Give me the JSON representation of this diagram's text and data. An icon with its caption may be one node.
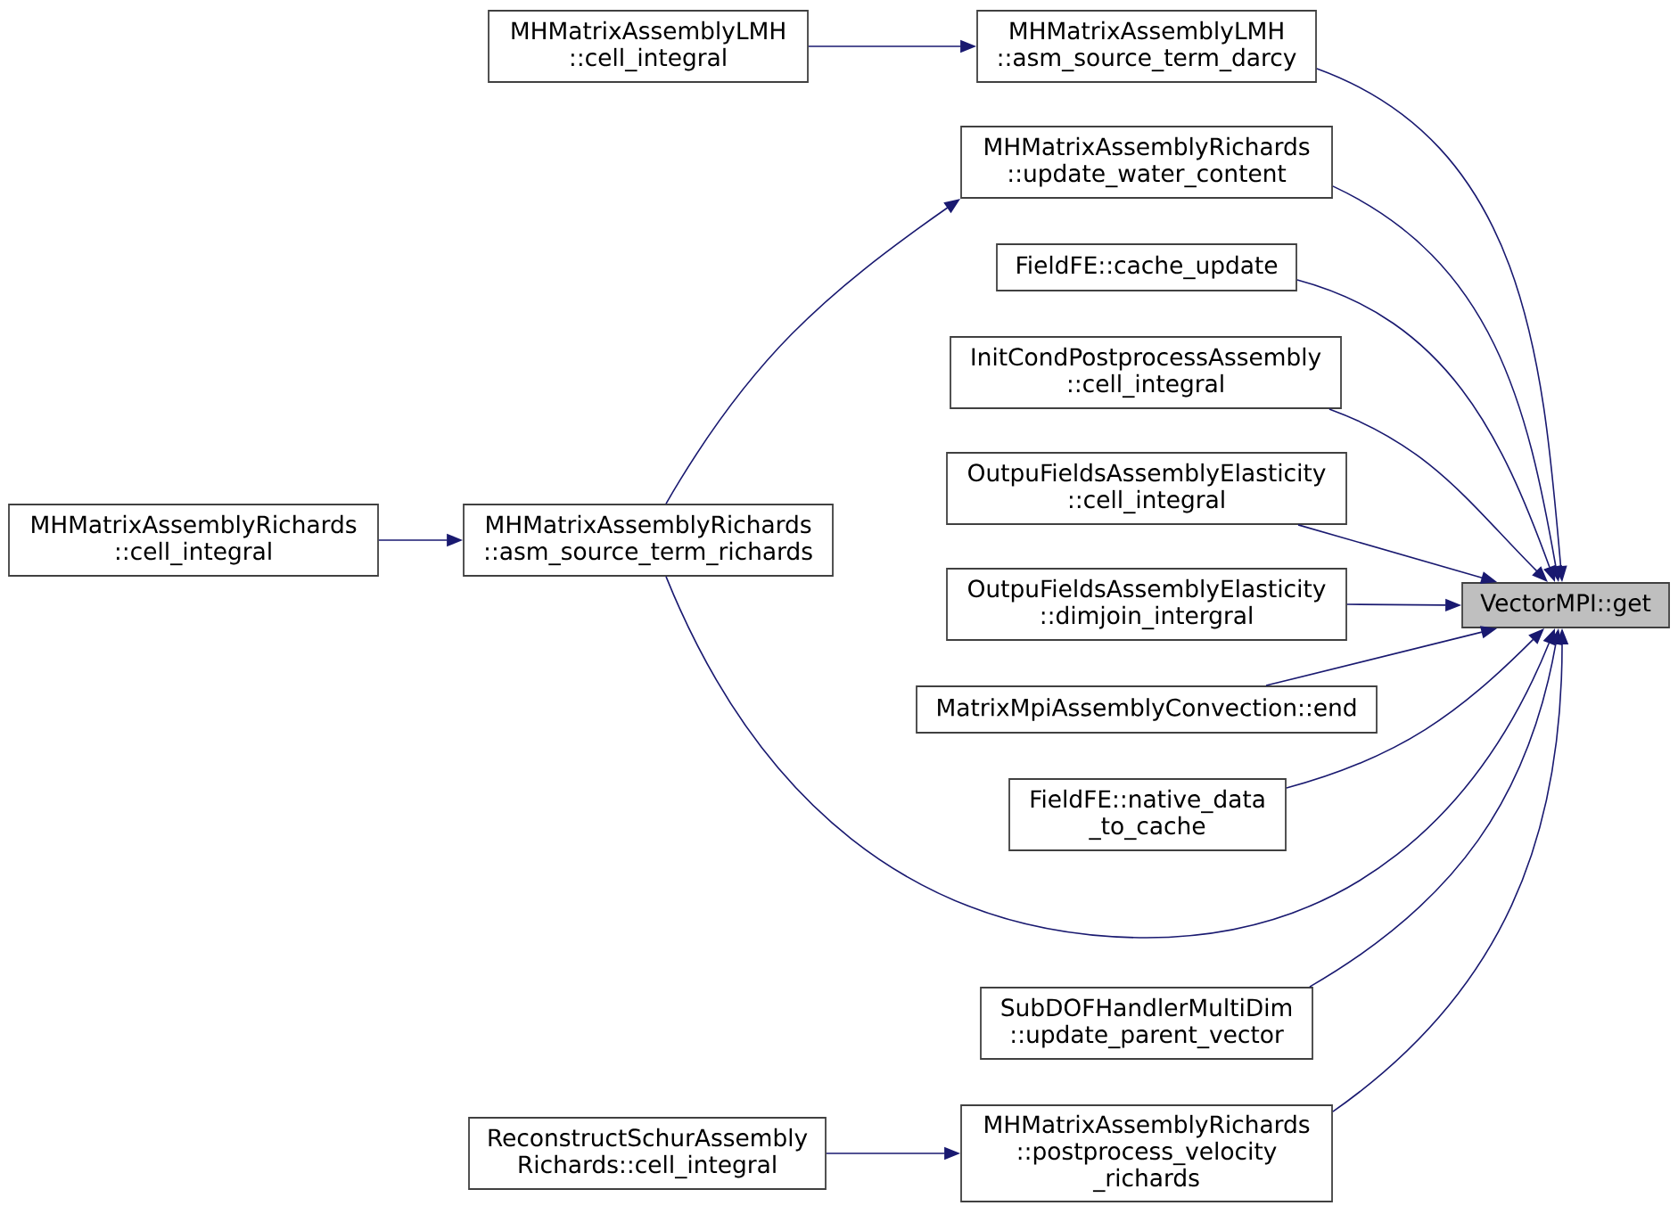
{
  "diagram": {
    "nodes": [
      {
        "text": [
          "MHMatrixAssemblyLMH ::cell_integral"
        ]
      },
      {
        "text": [
          "MHMatrixAssemblyLMH ::asm_source_term_darcy"
        ]
      },
      {
        "text": [
          "MHMatrixAssemblyRichards ::update_water_content"
        ]
      },
      {
        "text": [
          "FieldFE::cache_update"
        ]
      },
      {
        "text": [
          "InitCondPostprocessAssembly ::cell_integral"
        ]
      },
      {
        "text": [
          "OutpuFieldsAssemblyElasticity ::cell_integral"
        ]
      },
      {
        "text": [
          "MHMatrixAssemblyRichards ::cell_integral"
        ]
      },
      {
        "text": [
          "MHMatrixAssemblyRichards ::asm_source_term_richards"
        ]
      },
      {
        "text": [
          "OutpuFieldsAssemblyElasticity ::dimjoin_intergral"
        ]
      },
      {
        "text": [
          "VectorMPI::get"
        ]
      },
      {
        "text": [
          "MatrixMpiAssemblyConvection::end"
        ]
      },
      {
        "text": [
          "FieldFE::native_data _to_cache"
        ]
      },
      {
        "text": [
          "SubDOFHandlerMultiDim ::update_parent_vector"
        ]
      },
      {
        "text": [
          "ReconstructSchurAssembly Richards::cell_integral"
        ]
      },
      {
        "text": [
          "MHMatrixAssemblyRichards ::postprocess_velocity _richards"
        ]
      }
    ],
    "edges": [
      {
        "from": 0,
        "to": 1,
        "arrow": "to"
      },
      {
        "from": 1,
        "to": 9,
        "arrow": "to"
      },
      {
        "from": 7,
        "to": 2,
        "arrow": "to"
      },
      {
        "from": 2,
        "to": 9,
        "arrow": "to"
      },
      {
        "from": 3,
        "to": 9,
        "arrow": "to"
      },
      {
        "from": 4,
        "to": 9,
        "arrow": "to"
      },
      {
        "from": 5,
        "to": 9,
        "arrow": "to"
      },
      {
        "from": 6,
        "to": 7,
        "arrow": "to"
      },
      {
        "from": 7,
        "to": 9,
        "arrow": "to"
      },
      {
        "from": 8,
        "to": 9,
        "arrow": "to"
      },
      {
        "from": 10,
        "to": 9,
        "arrow": "to"
      },
      {
        "from": 11,
        "to": 9,
        "arrow": "to"
      },
      {
        "from": 12,
        "to": 9,
        "arrow": "to"
      },
      {
        "from": 13,
        "to": 14,
        "arrow": "to"
      },
      {
        "from": 14,
        "to": 9,
        "arrow": "to"
      }
    ]
  }
}
